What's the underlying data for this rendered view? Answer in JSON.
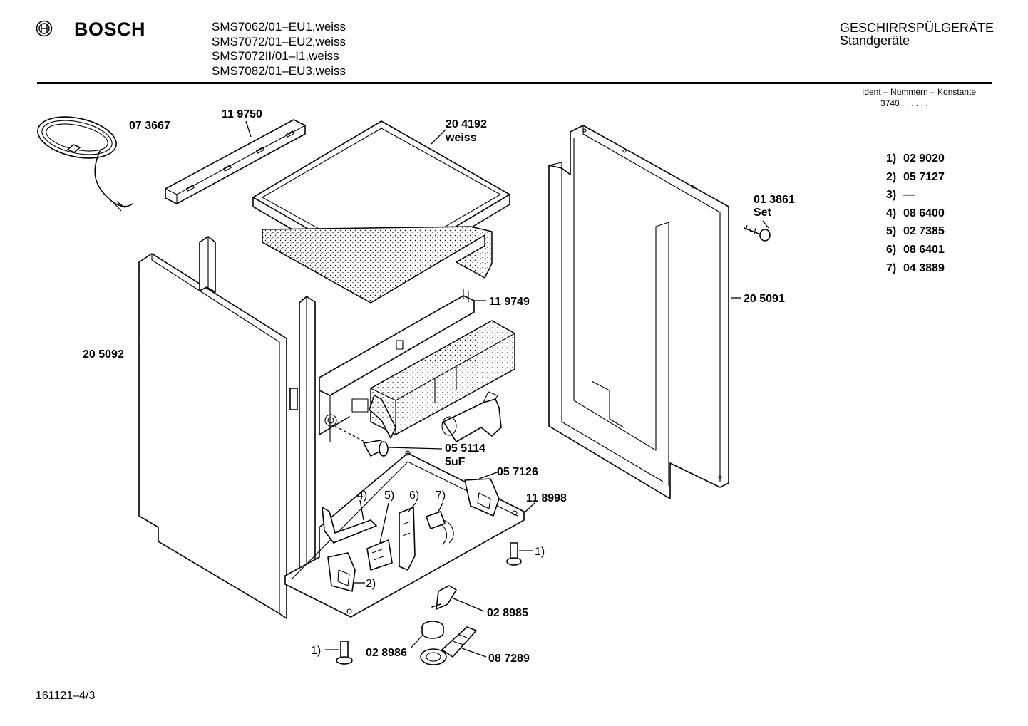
{
  "header": {
    "brand": "BOSCH",
    "brand_logo_icon": "bosch-armature-icon",
    "models": [
      "SMS7062/01–EU1,weiss",
      "SMS7072/01–EU2,weiss",
      "SMS7072II/01–I1,weiss",
      "SMS7082/01–EU3,weiss"
    ],
    "category_line1": "GESCHIRRSPÜLGERÄTE",
    "category_line2": "Standgeräte",
    "ident_label": "Ident – Nummern – Konstante",
    "ident_value": "3740 . . . . . ."
  },
  "parts_list": [
    {
      "key": "1)",
      "value": "02 9020"
    },
    {
      "key": "2)",
      "value": "05 7127"
    },
    {
      "key": "3)",
      "value": "—"
    },
    {
      "key": "4)",
      "value": "08 6400"
    },
    {
      "key": "5)",
      "value": "02 7385"
    },
    {
      "key": "6)",
      "value": "08 6401"
    },
    {
      "key": "7)",
      "value": "04 3889"
    }
  ],
  "callouts": {
    "c073667": "07 3667",
    "c119750": "11 9750",
    "c204192a": "20 4192",
    "c204192b": "weiss",
    "c013861a": "01 3861",
    "c013861b": "Set",
    "c119749": "11 9749",
    "c205091": "20 5091",
    "c205092": "20 5092",
    "c055114a": "05 5114",
    "c055114b": "5uF",
    "c057126": "05 7126",
    "c118998": "11 8998",
    "n4": "4)",
    "n5": "5)",
    "n6": "6)",
    "n7": "7)",
    "n1a": "1)",
    "n2": "2)",
    "c028985": "02 8985",
    "n1b": "1)",
    "c028986": "02 8986",
    "c087289": "08 7289"
  },
  "footer": {
    "code": "161121–4/3"
  }
}
